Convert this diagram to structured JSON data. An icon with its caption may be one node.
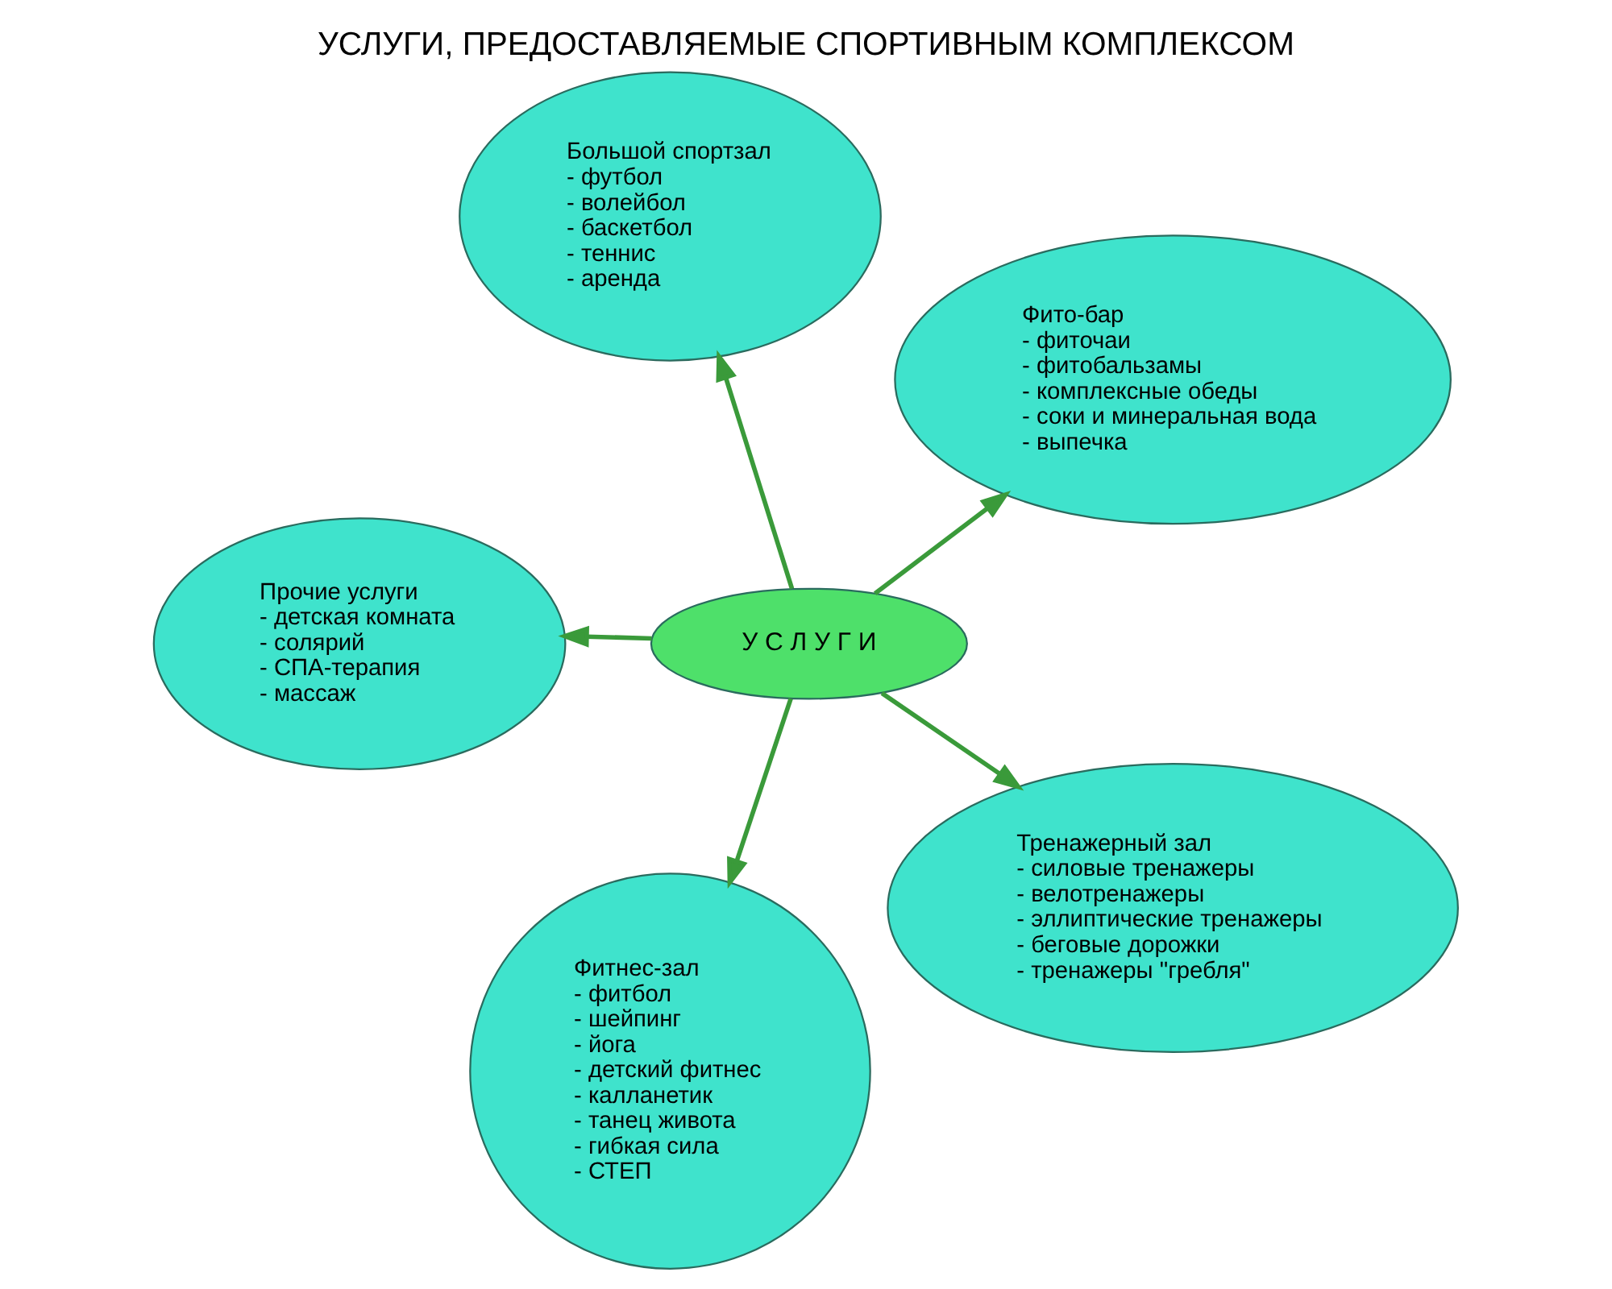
{
  "diagram": {
    "title": "УСЛУГИ, ПРЕДОСТАВЛЯЕМЫЕ СПОРТИВНЫМ КОМПЛЕКСОМ",
    "nodes": [
      {
        "text": [
          "Фито-бар",
          "- фиточаи",
          "- фитобальзамы",
          "- комплексные обеды",
          "- соки и минеральная вода",
          "- выпечка"
        ]
      },
      {
        "text": [
          "Большой спортзал",
          "- футбол",
          "- волейбол",
          "- баскетбол",
          "- теннис",
          "- аренда"
        ]
      },
      {
        "text": [
          "У С Л У Г И"
        ]
      },
      {
        "text": [
          "Прочие услуги",
          "- детская комната",
          "- солярий",
          "- СПА-терапия",
          "- массаж"
        ]
      },
      {
        "text": [
          "Фитнес-зал",
          "- фитбол",
          "- шейпинг",
          "- йога",
          "- детский фитнес",
          "- калланетик",
          "- танец живота",
          "- гибкая сила",
          "- СТЕП"
        ]
      },
      {
        "text": [
          "Тренажерный зал",
          "- силовые тренажеры",
          "- велотренажеры",
          "- эллиптические тренажеры",
          "- беговые дорожки",
          "- тренажеры \"гребля\""
        ]
      }
    ],
    "edges": [
      {
        "from": 2,
        "to": 0,
        "arrow": "to"
      },
      {
        "from": 2,
        "to": 1,
        "arrow": "to"
      },
      {
        "from": 2,
        "to": 3,
        "arrow": "to"
      },
      {
        "from": 2,
        "to": 4,
        "arrow": "to"
      },
      {
        "from": 2,
        "to": 5,
        "arrow": "to"
      }
    ]
  }
}
